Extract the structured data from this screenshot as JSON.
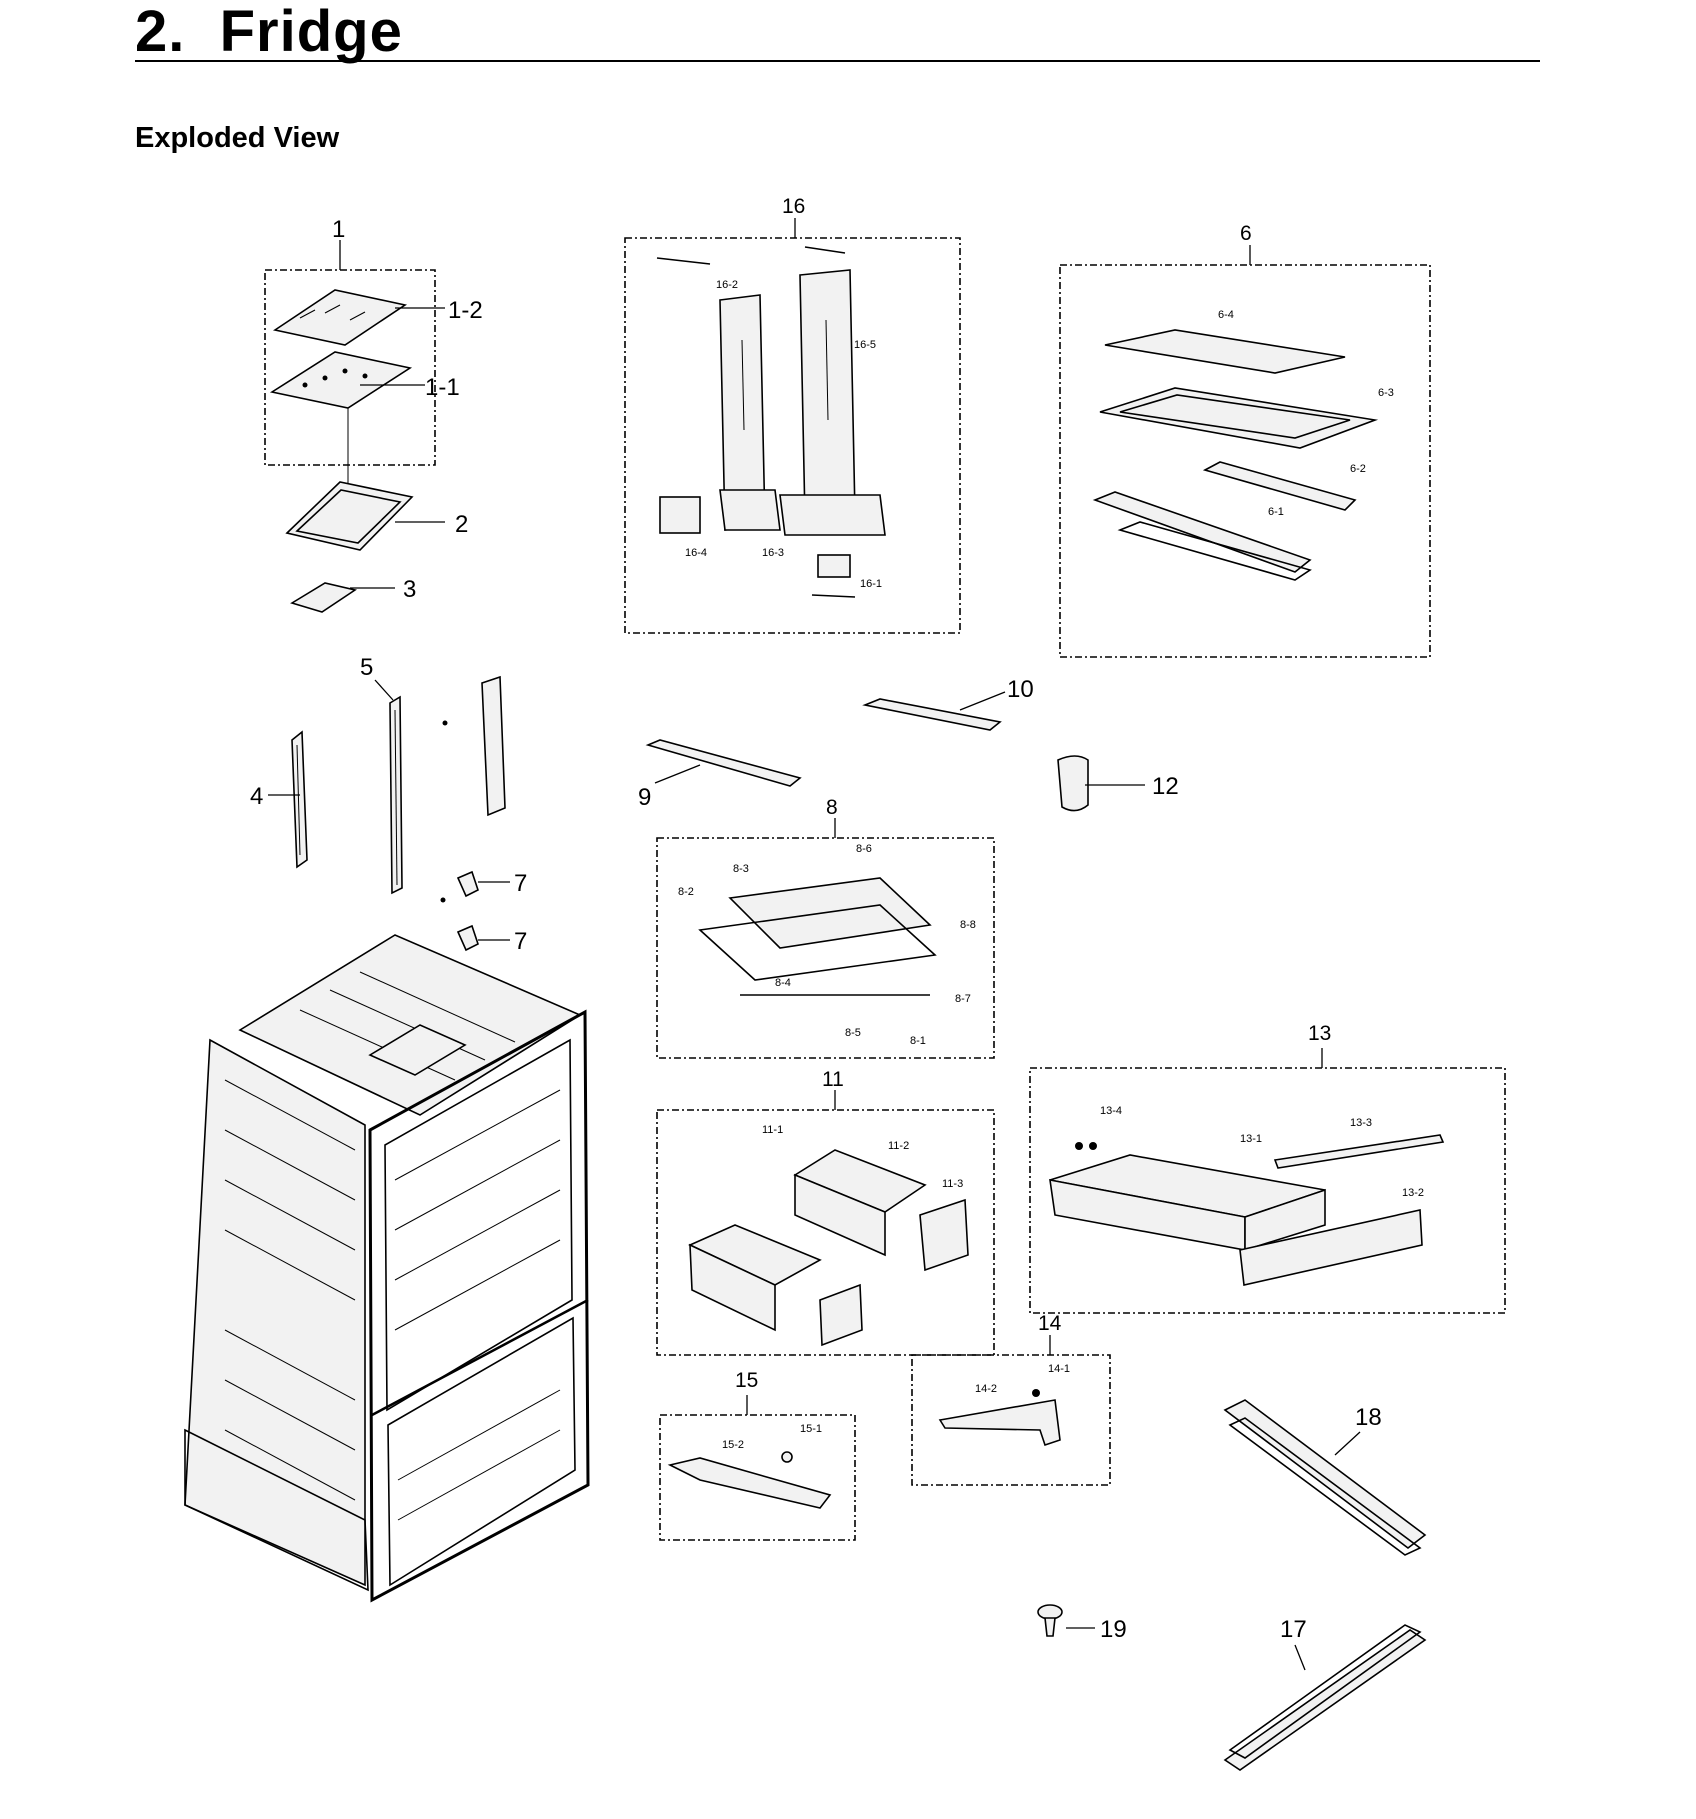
{
  "header": {
    "title": "2.  Fridge",
    "subtitle": "Exploded View"
  },
  "labels": {
    "p1": "1",
    "p1_1": "1-1",
    "p1_2": "1-2",
    "p2": "2",
    "p3": "3",
    "p4": "4",
    "p5": "5",
    "p6": "6",
    "p6_1": "6-1",
    "p6_2": "6-2",
    "p6_3": "6-3",
    "p6_4": "6-4",
    "p7a": "7",
    "p7b": "7",
    "p8": "8",
    "p8_1": "8-1",
    "p8_2": "8-2",
    "p8_3": "8-3",
    "p8_4": "8-4",
    "p8_5": "8-5",
    "p8_6": "8-6",
    "p8_7": "8-7",
    "p8_8": "8-8",
    "p9": "9",
    "p10": "10",
    "p11": "11",
    "p11_1": "11-1",
    "p11_2": "11-2",
    "p11_3": "11-3",
    "p12": "12",
    "p13": "13",
    "p13_1": "13-1",
    "p13_2": "13-2",
    "p13_3": "13-3",
    "p13_4": "13-4",
    "p14": "14",
    "p14_1": "14-1",
    "p14_2": "14-2",
    "p15": "15",
    "p15_1": "15-1",
    "p15_2": "15-2",
    "p16": "16",
    "p16_1": "16-1",
    "p16_2": "16-2",
    "p16_3": "16-3",
    "p16_4": "16-4",
    "p16_5": "16-5",
    "p17": "17",
    "p18": "18",
    "p19": "19"
  }
}
